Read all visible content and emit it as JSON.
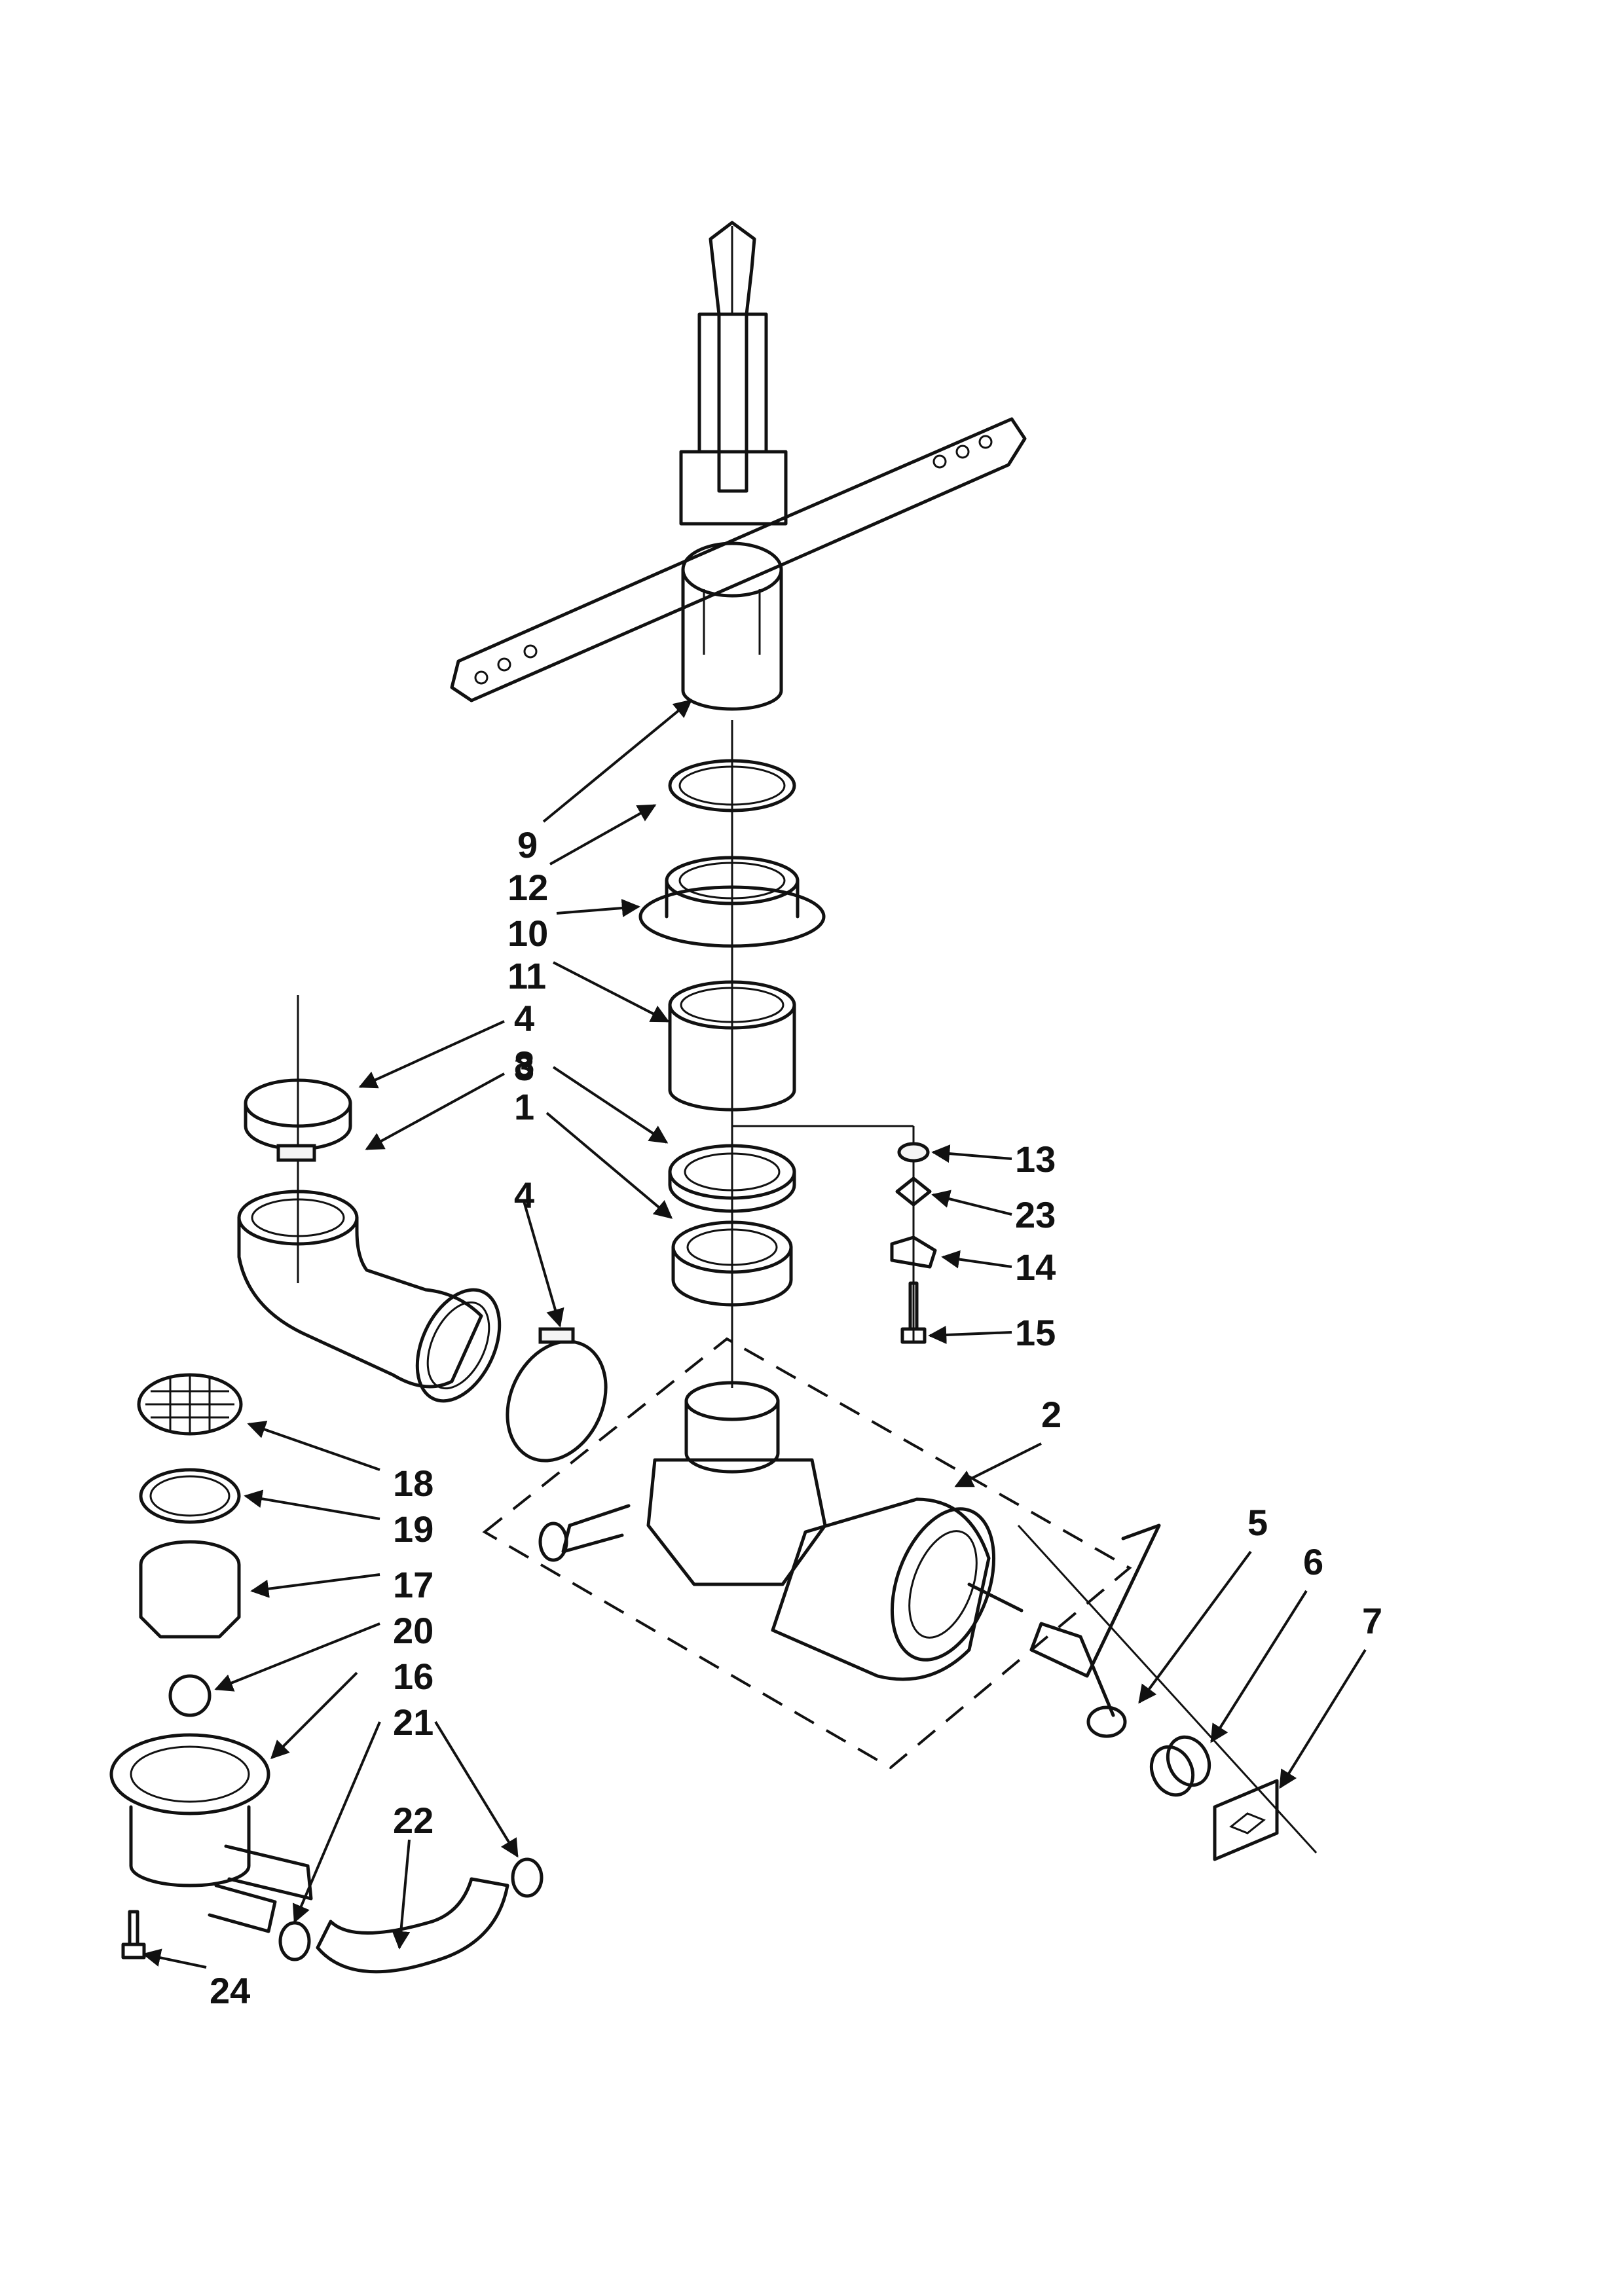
{
  "callouts": [
    {
      "label": "1"
    },
    {
      "label": "2"
    },
    {
      "label": "3"
    },
    {
      "label": "4"
    },
    {
      "label": "4"
    },
    {
      "label": "5"
    },
    {
      "label": "6"
    },
    {
      "label": "7"
    },
    {
      "label": "8"
    },
    {
      "label": "9"
    },
    {
      "label": "10"
    },
    {
      "label": "11"
    },
    {
      "label": "12"
    },
    {
      "label": "13"
    },
    {
      "label": "14"
    },
    {
      "label": "15"
    },
    {
      "label": "16"
    },
    {
      "label": "17"
    },
    {
      "label": "18"
    },
    {
      "label": "19"
    },
    {
      "label": "20"
    },
    {
      "label": "21"
    },
    {
      "label": "22"
    },
    {
      "label": "23"
    },
    {
      "label": "24"
    }
  ]
}
